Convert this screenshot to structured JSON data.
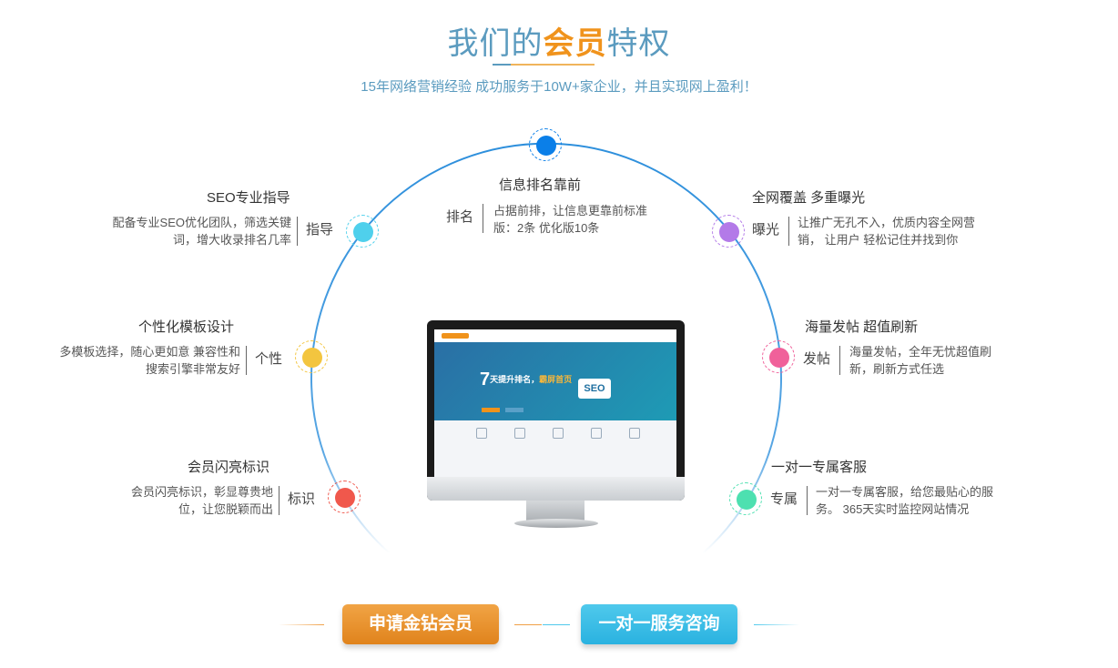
{
  "header": {
    "title_pre": "我们的",
    "title_hl": "会员",
    "title_post": "特权",
    "subtitle": "15年网络营销经验 成功服务于10W+家企业，并且实现网上盈利！"
  },
  "features": {
    "top": {
      "title": "信息排名靠前",
      "tag": "排名",
      "desc": "占据前排，让信息更靠前标准版：2条 优化版10条",
      "color": "#0b7fe8"
    },
    "seo": {
      "title": "SEO专业指导",
      "tag": "指导",
      "desc": "配备专业SEO优化团队，筛选关键词，增大收录排名几率",
      "color": "#4fd0ec"
    },
    "template": {
      "title": "个性化模板设计",
      "tag": "个性",
      "desc": "多模板选择，随心更如意 兼容性和搜索引擎非常友好",
      "color": "#f3c53f"
    },
    "badge": {
      "title": "会员闪亮标识",
      "tag": "标识",
      "desc": "会员闪亮标识，彰显尊贵地位，让您脱颖而出",
      "color": "#f0584c"
    },
    "exposure": {
      "title": "全网覆盖 多重曝光",
      "tag": "曝光",
      "desc": "让推广无孔不入，优质内容全网营销， 让用户 轻松记住并找到你",
      "color": "#b37ae8"
    },
    "posting": {
      "title": "海量发帖 超值刷新",
      "tag": "发帖",
      "desc": "海量发帖，全年无忧超值刷新，刷新方式任选",
      "color": "#f0619a"
    },
    "service": {
      "title": "一对一专属客服",
      "tag": "专属",
      "desc": "一对一专属客服，给您最贴心的服务。 365天实时监控网站情况",
      "color": "#4de0b0"
    }
  },
  "monitor": {
    "hero_num": "7",
    "hero_text_a": "天提升排名，",
    "hero_text_b": "霸屏首页",
    "seo_label": "SEO"
  },
  "actions": {
    "apply_label": "申请金钻会员",
    "consult_label": "一对一服务咨询"
  }
}
